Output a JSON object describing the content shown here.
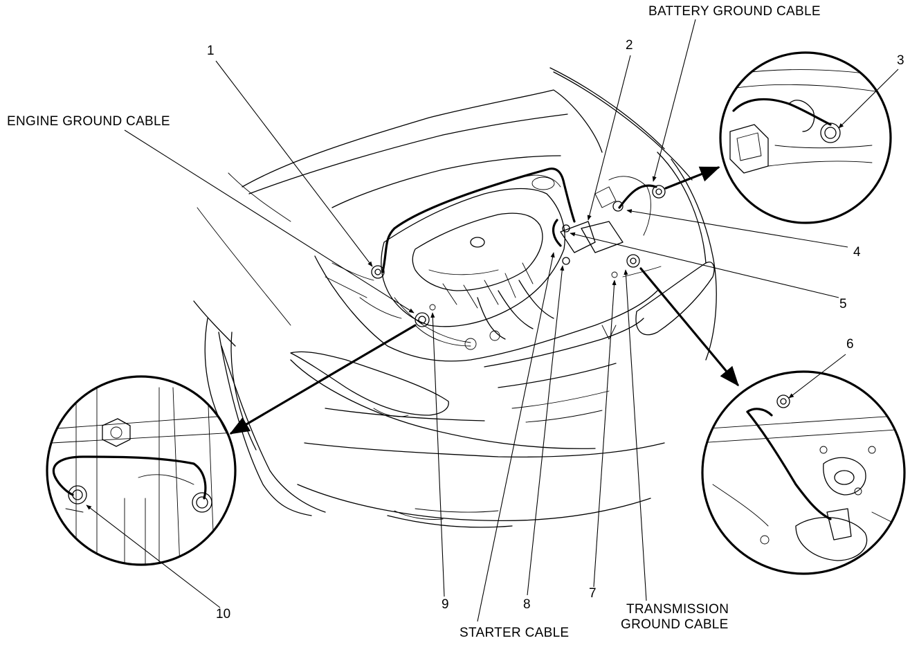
{
  "labels": {
    "battery_ground_cable": "BATTERY GROUND CABLE",
    "engine_ground_cable": "ENGINE GROUND CABLE",
    "starter_cable": "STARTER CABLE",
    "transmission_ground_cable_line1": "TRANSMISSION",
    "transmission_ground_cable_line2": "GROUND CABLE"
  },
  "callouts": {
    "c1": "1",
    "c2": "2",
    "c3": "3",
    "c4": "4",
    "c5": "5",
    "c6": "6",
    "c7": "7",
    "c8": "8",
    "c9": "9",
    "c10": "10"
  },
  "colors": {
    "line": "#000000",
    "background": "#ffffff"
  }
}
